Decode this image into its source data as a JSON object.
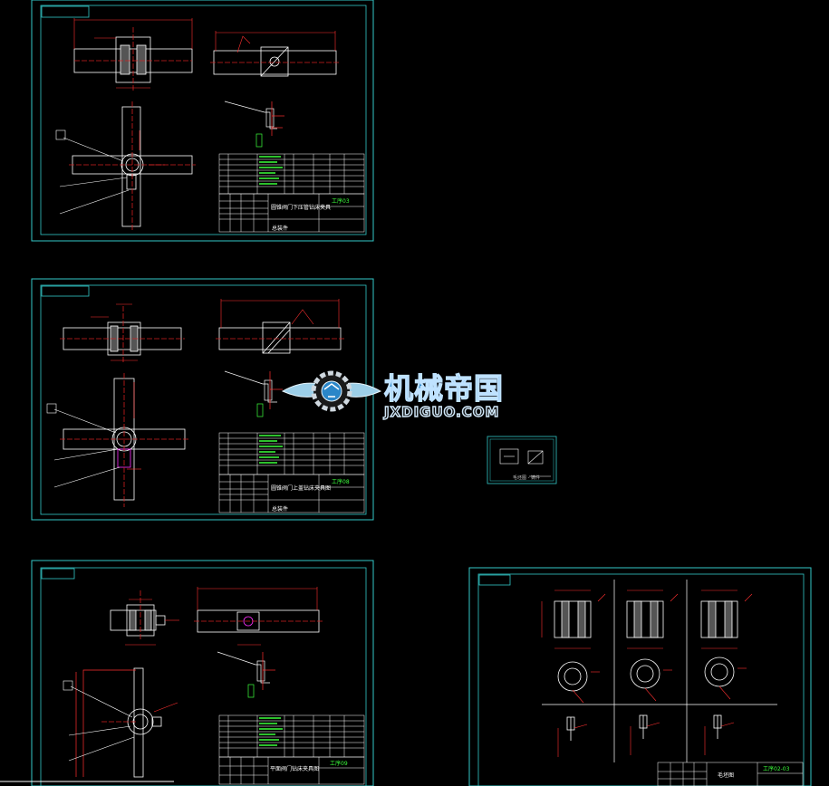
{
  "colors": {
    "background": "#000000",
    "border": "#33c7c7",
    "geometry": "#ffffff",
    "dimension": "#ff3030",
    "centerline": "#d02020",
    "text": "#ffffff",
    "text_green": "#3cff3c",
    "highlight": "#ff30ff",
    "watermark_blue": "#2a86c8"
  },
  "watermark": {
    "title": "机械帝国",
    "url": "JXDIGUO.COM"
  },
  "sheets": {
    "top": {
      "title_block_name": "圆锥阀门下压管钻床夹具",
      "drawing_no": "工序03",
      "material_label": "总装件"
    },
    "middle": {
      "title_block_name": "圆锥阀门上盖钻床夹具图",
      "drawing_no": "工序08",
      "material_label": "总装件"
    },
    "bottom": {
      "title_block_name": "平面阀门钻床夹具图",
      "drawing_no": "工序09",
      "material_label": ""
    },
    "right": {
      "title_block_name": "毛坯图",
      "drawing_no": "工序02-03"
    },
    "mini": {
      "caption": "毛坯图 - 铸件"
    }
  }
}
